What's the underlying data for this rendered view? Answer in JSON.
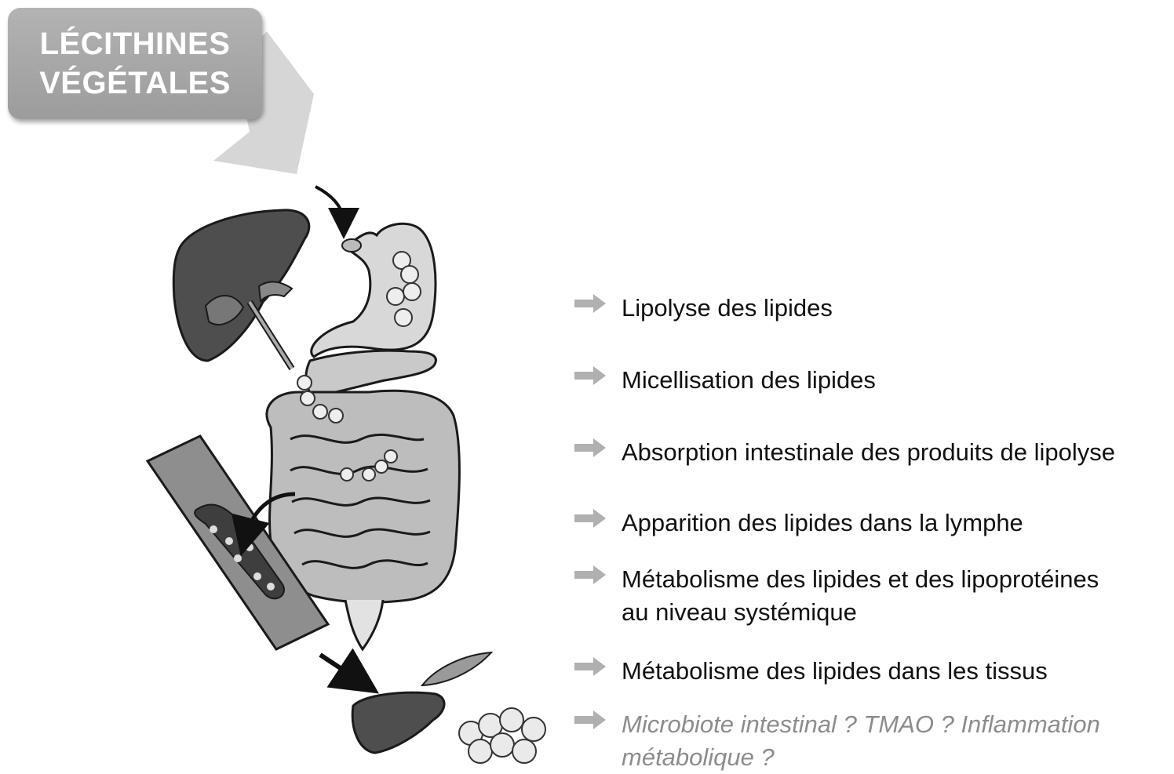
{
  "title": {
    "line1": "LÉCITHINES",
    "line2": "VÉGÉTALES"
  },
  "steps": [
    {
      "line1": "Lipolyse des lipides",
      "line2": ""
    },
    {
      "line1": "Micellisation des lipides",
      "line2": ""
    },
    {
      "line1": "Absorption intestinale des produits de lipolyse",
      "line2": ""
    },
    {
      "line1": "Apparition des lipides dans la lymphe",
      "line2": ""
    },
    {
      "line1": "Métabolisme des lipides et des lipoprotéines",
      "line2": "au niveau systémique"
    },
    {
      "line1": "Métabolisme des lipides dans les tissus",
      "line2": ""
    },
    {
      "line1": "Microbiote intestinal ? TMAO ? Inflammation",
      "line2": "métabolique ?"
    }
  ],
  "colors": {
    "title_box": "#a8a8a8",
    "step_arrow": "#b0b0b0",
    "step_text": "#111111",
    "step_text_muted": "#8c8c8c"
  }
}
